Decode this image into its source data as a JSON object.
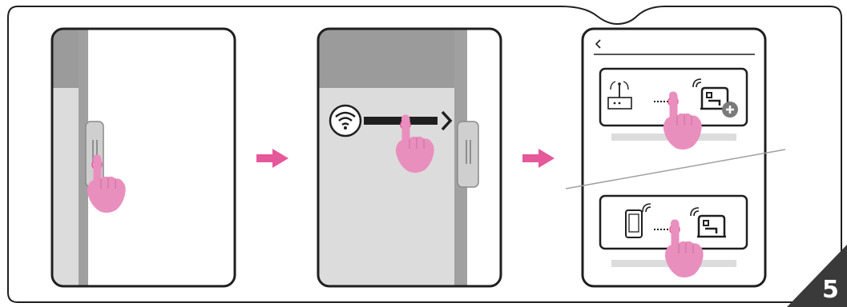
{
  "step_number": "5",
  "colors": {
    "accent": "#e5589a",
    "finger": "#e98fbd",
    "panel_bg": "#dcdcdc",
    "header_gray": "#9b9b9b",
    "divider_gray": "#a0a0a0",
    "frame": "#1f1f1f"
  },
  "screens": [
    {
      "name": "screen-1",
      "gesture": "press-side-handle"
    },
    {
      "name": "screen-2",
      "gesture": "swipe-right-wifi"
    },
    {
      "name": "screen-3",
      "options": [
        "router-to-sewing-machine",
        "tablet-to-sewing-machine"
      ]
    }
  ],
  "icons": [
    "wifi-icon",
    "router-icon",
    "tablet-icon",
    "sewing-machine-icon",
    "plus-badge-icon",
    "back-chevron-icon",
    "hand-pointer-icon",
    "right-arrow-icon"
  ]
}
